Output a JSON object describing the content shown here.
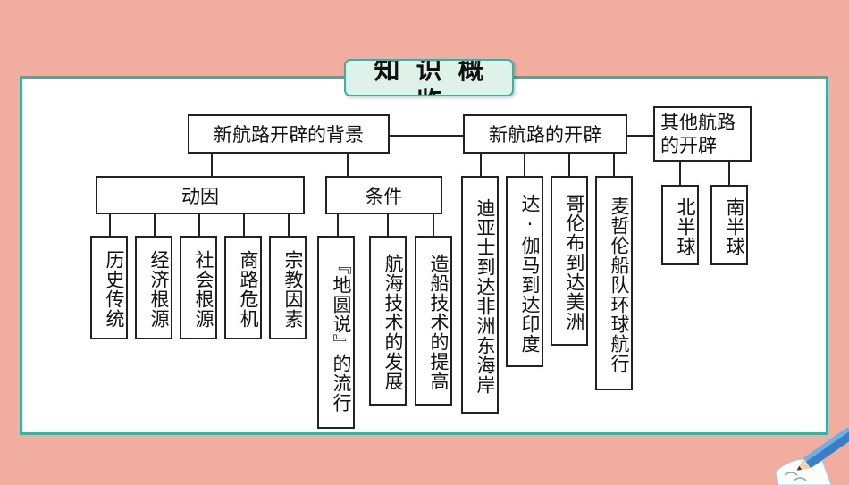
{
  "title": "知识概览",
  "nodes": {
    "background": "新航路开辟的背景",
    "opening": "新航路的开辟",
    "other": "其他航路的开辟",
    "motive": "动因",
    "condition": "条件",
    "m1": "历史传统",
    "m2": "经济根源",
    "m3": "社会根源",
    "m4": "商路危机",
    "m5": "宗教因素",
    "c1": "『地圆说』的流行",
    "c2": "航海技术的发展",
    "c3": "造船技术的提高",
    "o1": "迪亚士到达非洲东海岸",
    "o2": "达·伽马到达印度",
    "o3": "哥伦布到达美洲",
    "o4": "麦哲伦船队环球航行",
    "n1": "北半球",
    "n2": "南半球"
  }
}
